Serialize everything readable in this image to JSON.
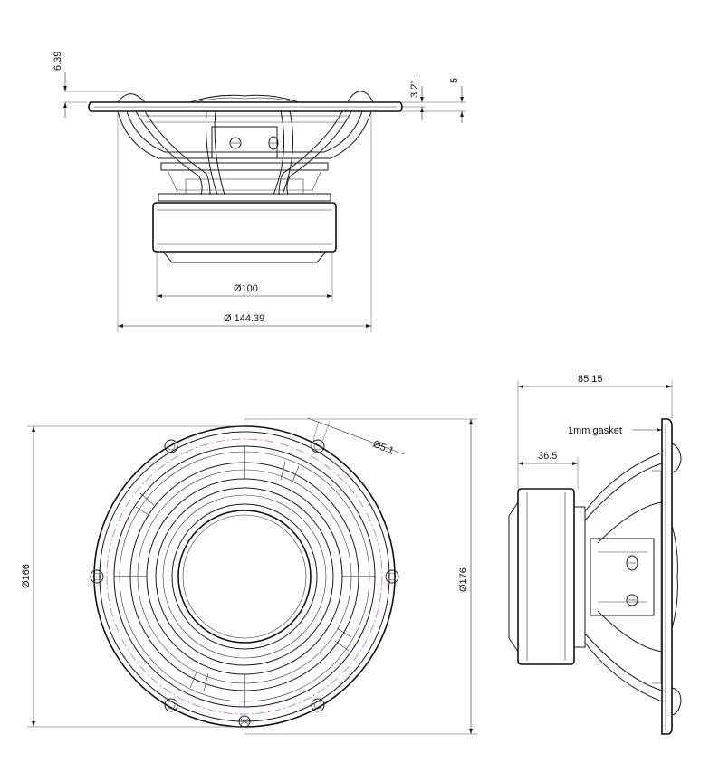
{
  "dimensions": {
    "flange_offset": "6.39",
    "flange_thickness": "3.21",
    "rim_height": "5",
    "magnet_diameter": "Ø100",
    "basket_diameter": "Ø 144.39",
    "overall_depth": "85.15",
    "magnet_depth": "36.5",
    "gasket_note": "1mm gasket",
    "hole_diameter": "Ø5.1",
    "bolt_circle": "Ø166",
    "outer_diameter": "Ø176"
  }
}
